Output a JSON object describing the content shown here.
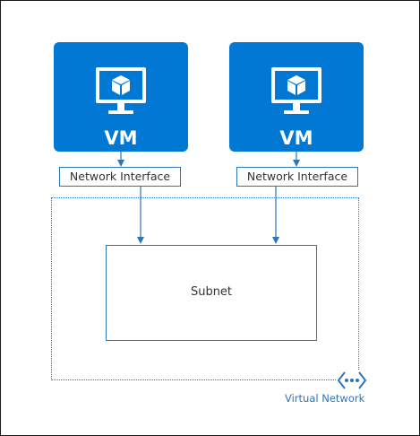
{
  "diagram": {
    "vms": [
      {
        "label": "VM",
        "nic_label": "Network Interface"
      },
      {
        "label": "VM",
        "nic_label": "Network Interface"
      }
    ],
    "subnet_label": "Subnet",
    "vnet_label": "Virtual Network",
    "icons": {
      "vm": "monitor-cube-icon",
      "vnet": "virtual-network-icon"
    },
    "colors": {
      "vm_fill": "#0078d4",
      "line": "#2e75b6",
      "text": "#333333"
    }
  }
}
